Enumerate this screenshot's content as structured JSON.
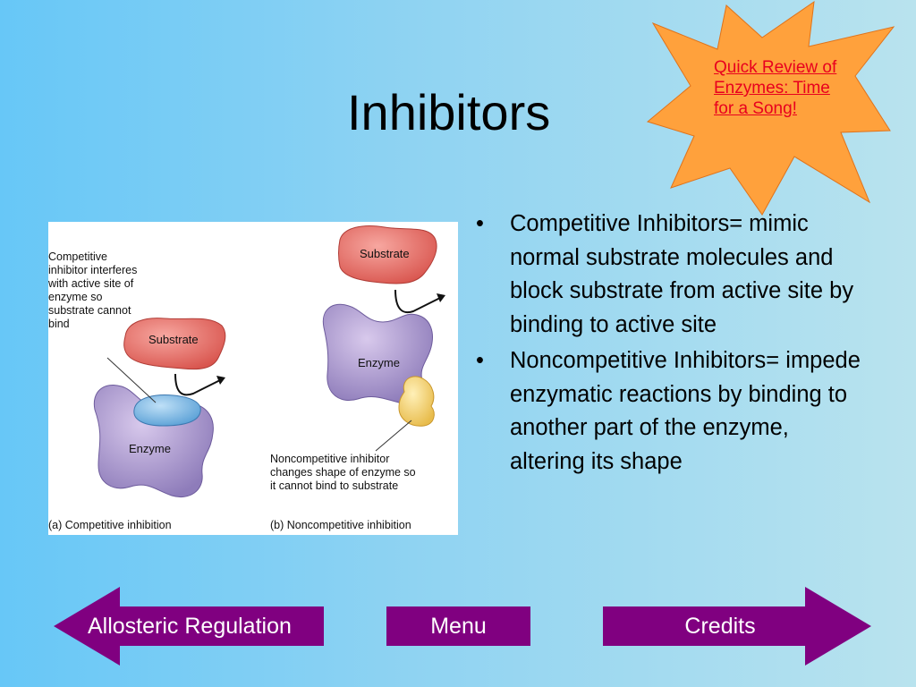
{
  "slide": {
    "title": "Inhibitors"
  },
  "callout": {
    "link_text": "Quick Review of Enzymes: Time for a Song!",
    "link_color": "#e8001e",
    "burst_color": "#ffa13c"
  },
  "figure": {
    "competitive_note": "Competitive inhibitor interferes with active site of enzyme so substrate cannot bind",
    "substrate_label_a": "Substrate",
    "enzyme_label_a": "Enzyme",
    "caption_a": "(a) Competitive inhibition",
    "substrate_label_b": "Substrate",
    "enzyme_label_b": "Enzyme",
    "noncompetitive_note": "Noncompetitive inhibitor changes shape of enzyme so it cannot bind to substrate",
    "caption_b": "(b) Noncompetitive inhibition"
  },
  "bullets": [
    {
      "marker": "•",
      "text": "Competitive Inhibitors= mimic normal substrate molecules and block substrate from active site by binding to active site"
    },
    {
      "marker": "•",
      "text": "Noncompetitive Inhibitors= impede enzymatic reactions by binding to another part of the enzyme, altering its shape"
    }
  ],
  "navigation": {
    "back_label": "Allosteric Regulation",
    "menu_label": "Menu",
    "forward_label": "Credits",
    "button_color": "#800080"
  }
}
